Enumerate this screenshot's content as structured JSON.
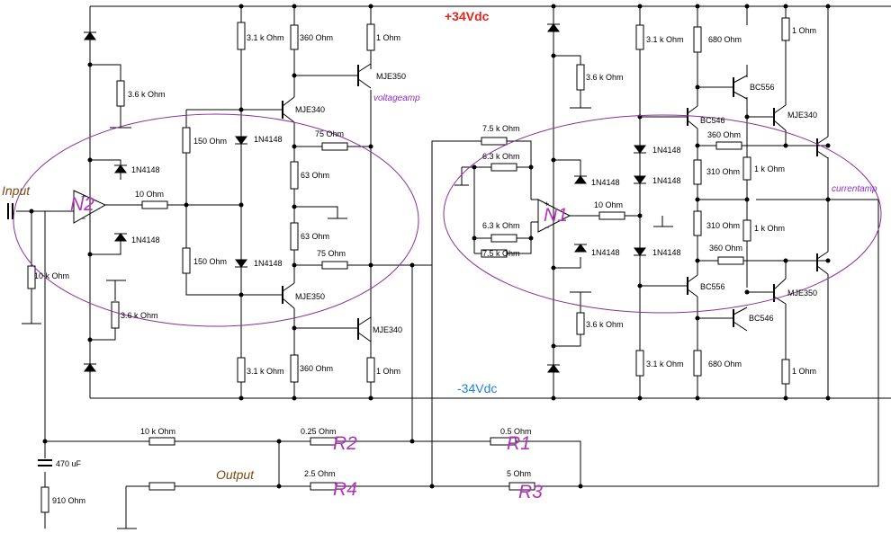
{
  "diagram": {
    "rails": {
      "positive": "+34Vdc",
      "negative": "-34Vdc"
    },
    "io": {
      "input": "Input",
      "output": "Output"
    },
    "stages": {
      "voltage_amp": "voltageamp",
      "current_amp": "currentamp"
    },
    "designators": {
      "n1": "N1",
      "n2": "N2",
      "r1": "R1",
      "r2": "R2",
      "r3": "R3",
      "r4": "R4"
    },
    "opamp_signs": {
      "plus": "+",
      "minus": "−"
    },
    "labels": {
      "r_3k6_tl": "3.6 k Ohm",
      "r_3k6_bl": "3.6 k Ohm",
      "d_1n4148": "1N4148",
      "r_10": "10  Ohm",
      "r_150": "150  Ohm",
      "r_3k1": "3.1 k Ohm",
      "r_360": "360  Ohm",
      "r_1": "1  Ohm",
      "q_mje350": "MJE350",
      "q_mje340": "MJE340",
      "q_bc546": "BC546",
      "q_bc556": "BC556",
      "r_75": "75  Ohm",
      "r_63": "63  Ohm",
      "r_7k5": "7.5 k Ohm",
      "r_6k3": "6.3 k Ohm",
      "r_680": "680  Ohm",
      "r_310": "310  Ohm",
      "r_1k": "1 k Ohm",
      "r_10k": "10 k Ohm",
      "c_470uf": "470 uF",
      "r_910": "910  Ohm",
      "r_025": "0.25  Ohm",
      "r_05": "0.5  Ohm",
      "r_25": "2.5  Ohm",
      "r_5": "5  Ohm"
    },
    "colors": {
      "positive_rail": "#e8221e",
      "negative_rail": "#1e7fe0",
      "designator": "#b033b8",
      "stage_label": "#8a2fc9",
      "io_label": "#7a4a14",
      "ellipse": "#8a2f9a"
    }
  }
}
